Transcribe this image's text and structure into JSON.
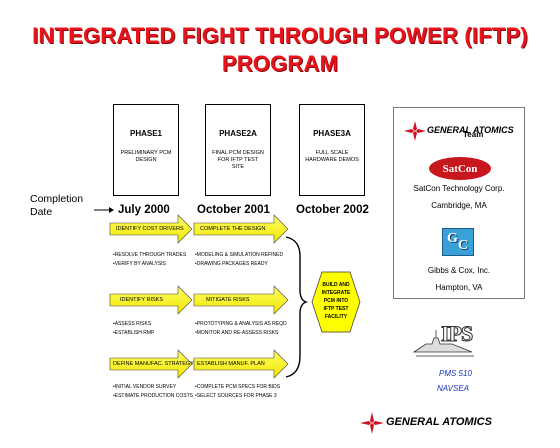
{
  "title_line1": "INTEGRATED FIGHT THROUGH POWER (IFTP)",
  "title_line2": "PROGRAM",
  "completion_label_1": "Completion",
  "completion_label_2": "Date",
  "phases": [
    {
      "name": "PHASE1",
      "desc": "PRELIMINARY PCM DESIGN",
      "date": "July 2000"
    },
    {
      "name": "PHASE2A",
      "desc": "FINAL PCM DESIGN FOR IFTP TEST SITE",
      "date": "October 2001"
    },
    {
      "name": "PHASE3A",
      "desc": "FULL SCALE HARDWARE DEMOS",
      "date": "October 2002"
    }
  ],
  "rows": [
    {
      "arrows": [
        "IDENTIFY COST DRIVERS",
        "COMPLETE THE DESIGN"
      ],
      "bullets_left": [
        "•RESOLVE THROUGH TRADES",
        "•VERIFY BY ANALYSIS"
      ],
      "bullets_right": [
        "•MODELING & SIMULATION REFINED",
        "•DRAWING PACKAGES READY"
      ]
    },
    {
      "arrows": [
        "IDENTIFY RISKS",
        "MITIGATE RISKS"
      ],
      "bullets_left": [
        "•ASSESS RISKS",
        "•ESTABLISH RMP"
      ],
      "bullets_right": [
        "•PROTOTYPING & ANALYSIS AS REQD",
        "•MONITOR AND RE-ASSESS RISKS"
      ]
    },
    {
      "arrows": [
        "DEFINE MANUFAC. STRATEGY",
        "ESTABLISH MANUF. PLAN"
      ],
      "bullets_left": [
        "•INITIAL VENDOR SURVEY",
        "•ESTIMATE PRODUCTION COSTS"
      ],
      "bullets_right": [
        "•COMPLETE PCM SPECS FOR BIDS",
        "•SELECT SOURCES FOR PHASE 3"
      ]
    }
  ],
  "hexagon_text": [
    "BUILD AND",
    "INTEGRATE",
    "PCM INTO",
    "IFTP TEST",
    "FACILITY"
  ],
  "team": {
    "logo_text": "GENERAL ATOMICS",
    "heading": "Team",
    "satcon_logo": "SatCon",
    "satcon_name": "SatCon Technology Corp.",
    "satcon_loc": "Cambridge, MA",
    "gc_logo_g": "G",
    "gc_logo_c": "C",
    "gc_name": "Gibbs & Cox, Inc.",
    "gc_loc": "Hampton, VA"
  },
  "pms_logo": "IPS",
  "pms_line1": "PMS 510",
  "pms_line2": "NAVSEA",
  "footer_logo_text": "GENERAL ATOMICS",
  "colors": {
    "title_red": "#e8141c",
    "arrow_yellow": "#ffff00",
    "hexagon_yellow": "#ffff00",
    "ga_red": "#cc1122",
    "navy_blue": "#1536b8",
    "satcon_red": "#c8161d",
    "gc_blue": "#3aa0d8"
  }
}
